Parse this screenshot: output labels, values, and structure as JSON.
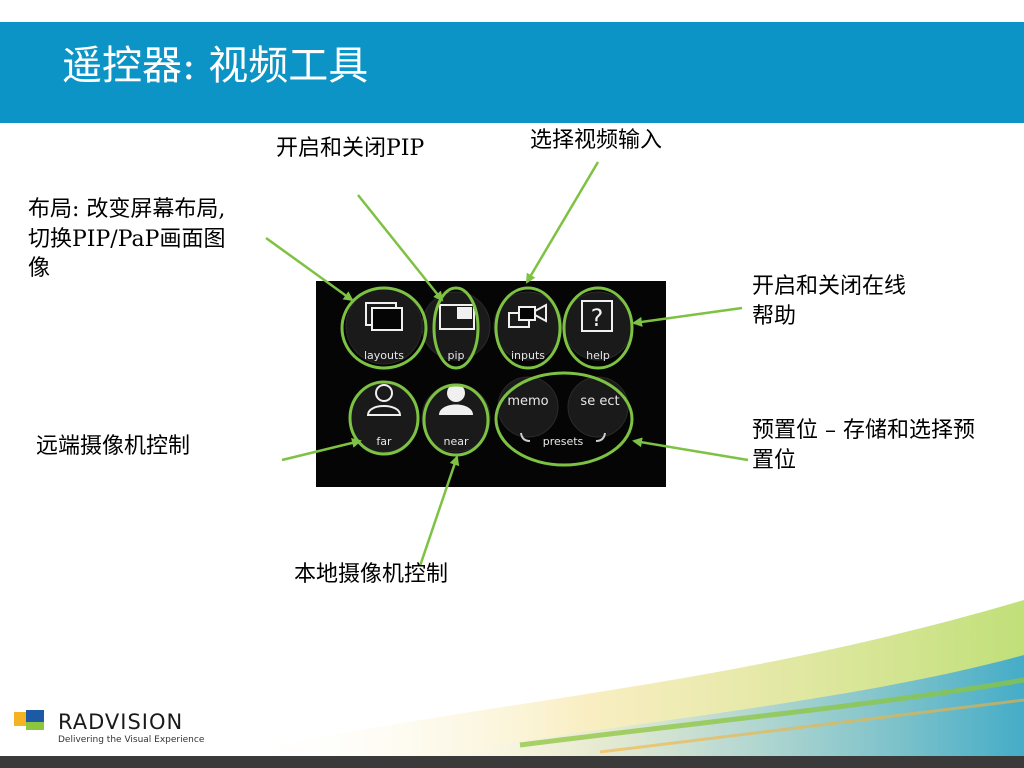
{
  "slide": {
    "title": "遥控器: 视频工具"
  },
  "annotations": {
    "pip_toggle": "开启和关闭PIP",
    "select_input": "选择视频输入",
    "layout_line1": "布局: 改变屏幕布局,",
    "layout_line2": "切换PIP/PaP画面图",
    "layout_line3": "像",
    "help_line1": "开启和关闭在线",
    "help_line2": "帮助",
    "far_camera": "远端摄像机控制",
    "presets_line1": "预置位 – 存储和选择预",
    "presets_line2": "置位",
    "near_camera": "本地摄像机控制"
  },
  "remote": {
    "layouts": "layouts",
    "pip": "pip",
    "inputs": "inputs",
    "help": "help",
    "far": "far",
    "near": "near",
    "memo": "memo",
    "select": "se ect",
    "presets": "presets"
  },
  "brand": {
    "name": "RADVISION",
    "tagline": "Delivering the Visual Experience",
    "highlight_color": "#7dc242",
    "header_color": "#0d94c6"
  }
}
